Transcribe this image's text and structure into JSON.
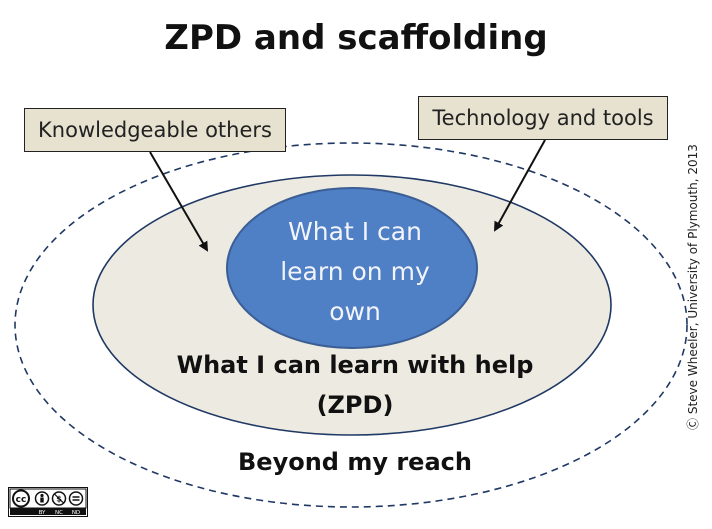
{
  "title": "ZPD and scaffolding",
  "labels": {
    "knowledgeable_others": "Knowledgeable others",
    "technology_and_tools": "Technology and tools"
  },
  "zones": {
    "inner": [
      "What I can",
      "learn on my",
      "own"
    ],
    "middle": [
      "What I can learn with help",
      "(ZPD)"
    ],
    "outer": "Beyond my reach"
  },
  "credit": "Steve Wheeler, University of Plymouth, 2013",
  "license": {
    "name": "cc-by-nc-nd-badge",
    "text": [
      "cc",
      "BY",
      "NC",
      "ND"
    ]
  },
  "colors": {
    "inner_fill": "#4f7fc4",
    "inner_stroke": "#3b5f95",
    "middle_fill": "#edebe1",
    "middle_stroke": "#1f3864",
    "outer_stroke": "#1f3864",
    "box_fill": "#e6e2cf"
  }
}
